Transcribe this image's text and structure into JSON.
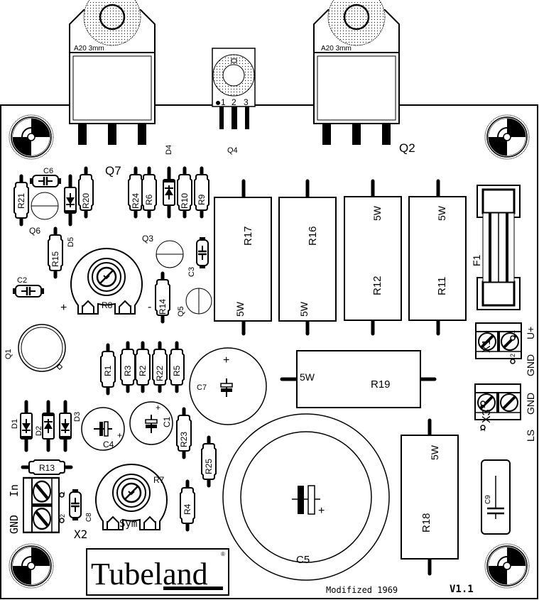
{
  "board": {
    "brand": "Tubeland",
    "brand_mark": "®",
    "footer_note": "Modifized 1969",
    "version": "V1.1",
    "colors": {
      "ink": "#000000",
      "paper": "#ffffff"
    }
  },
  "transistors_to220": [
    {
      "ref": "Q7",
      "heatsink_label": "A20 3mm"
    },
    {
      "ref": "Q2",
      "heatsink_label": "A20 3mm"
    }
  ],
  "q4": {
    "ref": "Q4",
    "pins": [
      "1",
      "2",
      "3"
    ]
  },
  "small_resistors": [
    {
      "ref": "R21"
    },
    {
      "ref": "R20"
    },
    {
      "ref": "R24"
    },
    {
      "ref": "R6"
    },
    {
      "ref": "R10"
    },
    {
      "ref": "R9"
    },
    {
      "ref": "R15"
    },
    {
      "ref": "R14"
    },
    {
      "ref": "R1"
    },
    {
      "ref": "R3"
    },
    {
      "ref": "R2"
    },
    {
      "ref": "R22"
    },
    {
      "ref": "R5"
    },
    {
      "ref": "R23"
    },
    {
      "ref": "R25"
    },
    {
      "ref": "R4"
    },
    {
      "ref": "R13"
    }
  ],
  "power_resistors": [
    {
      "ref": "R17",
      "rating": "5W"
    },
    {
      "ref": "R16",
      "rating": "5W"
    },
    {
      "ref": "R12",
      "rating": "5W"
    },
    {
      "ref": "R11",
      "rating": "5W"
    },
    {
      "ref": "R19",
      "rating": "5W"
    },
    {
      "ref": "R18",
      "rating": "5W"
    }
  ],
  "diodes": [
    {
      "ref": "D4"
    },
    {
      "ref": "D5"
    },
    {
      "ref": "D1"
    },
    {
      "ref": "D2"
    },
    {
      "ref": "D3"
    }
  ],
  "small_transistors": [
    {
      "ref": "Q6"
    },
    {
      "ref": "Q3"
    },
    {
      "ref": "Q5"
    },
    {
      "ref": "Q1"
    }
  ],
  "capacitors": [
    {
      "ref": "C6"
    },
    {
      "ref": "C2"
    },
    {
      "ref": "C3"
    },
    {
      "ref": "C8"
    },
    {
      "ref": "C9"
    },
    {
      "ref": "C7",
      "polarity": "+"
    },
    {
      "ref": "C4",
      "polarity": "+"
    },
    {
      "ref": "C1",
      "polarity": "+"
    },
    {
      "ref": "C5",
      "polarity": "+"
    }
  ],
  "trimmers": [
    {
      "ref": "R8",
      "plus": "+",
      "minus": "-"
    },
    {
      "ref": "R7",
      "caption": "Sym"
    }
  ],
  "fuse": {
    "ref": "F1"
  },
  "connectors": [
    {
      "ref": "X1",
      "pins": [
        {
          "num": "1",
          "label": "U+"
        },
        {
          "num": "2",
          "label": "GND"
        }
      ]
    },
    {
      "ref": "X3",
      "pins": [
        {
          "num": "1",
          "label": "LS"
        },
        {
          "num": "2",
          "label": "GND"
        }
      ]
    },
    {
      "ref": "X2",
      "pins": [
        {
          "num": "1",
          "label": "In"
        },
        {
          "num": "2",
          "label": "GND"
        }
      ]
    }
  ]
}
